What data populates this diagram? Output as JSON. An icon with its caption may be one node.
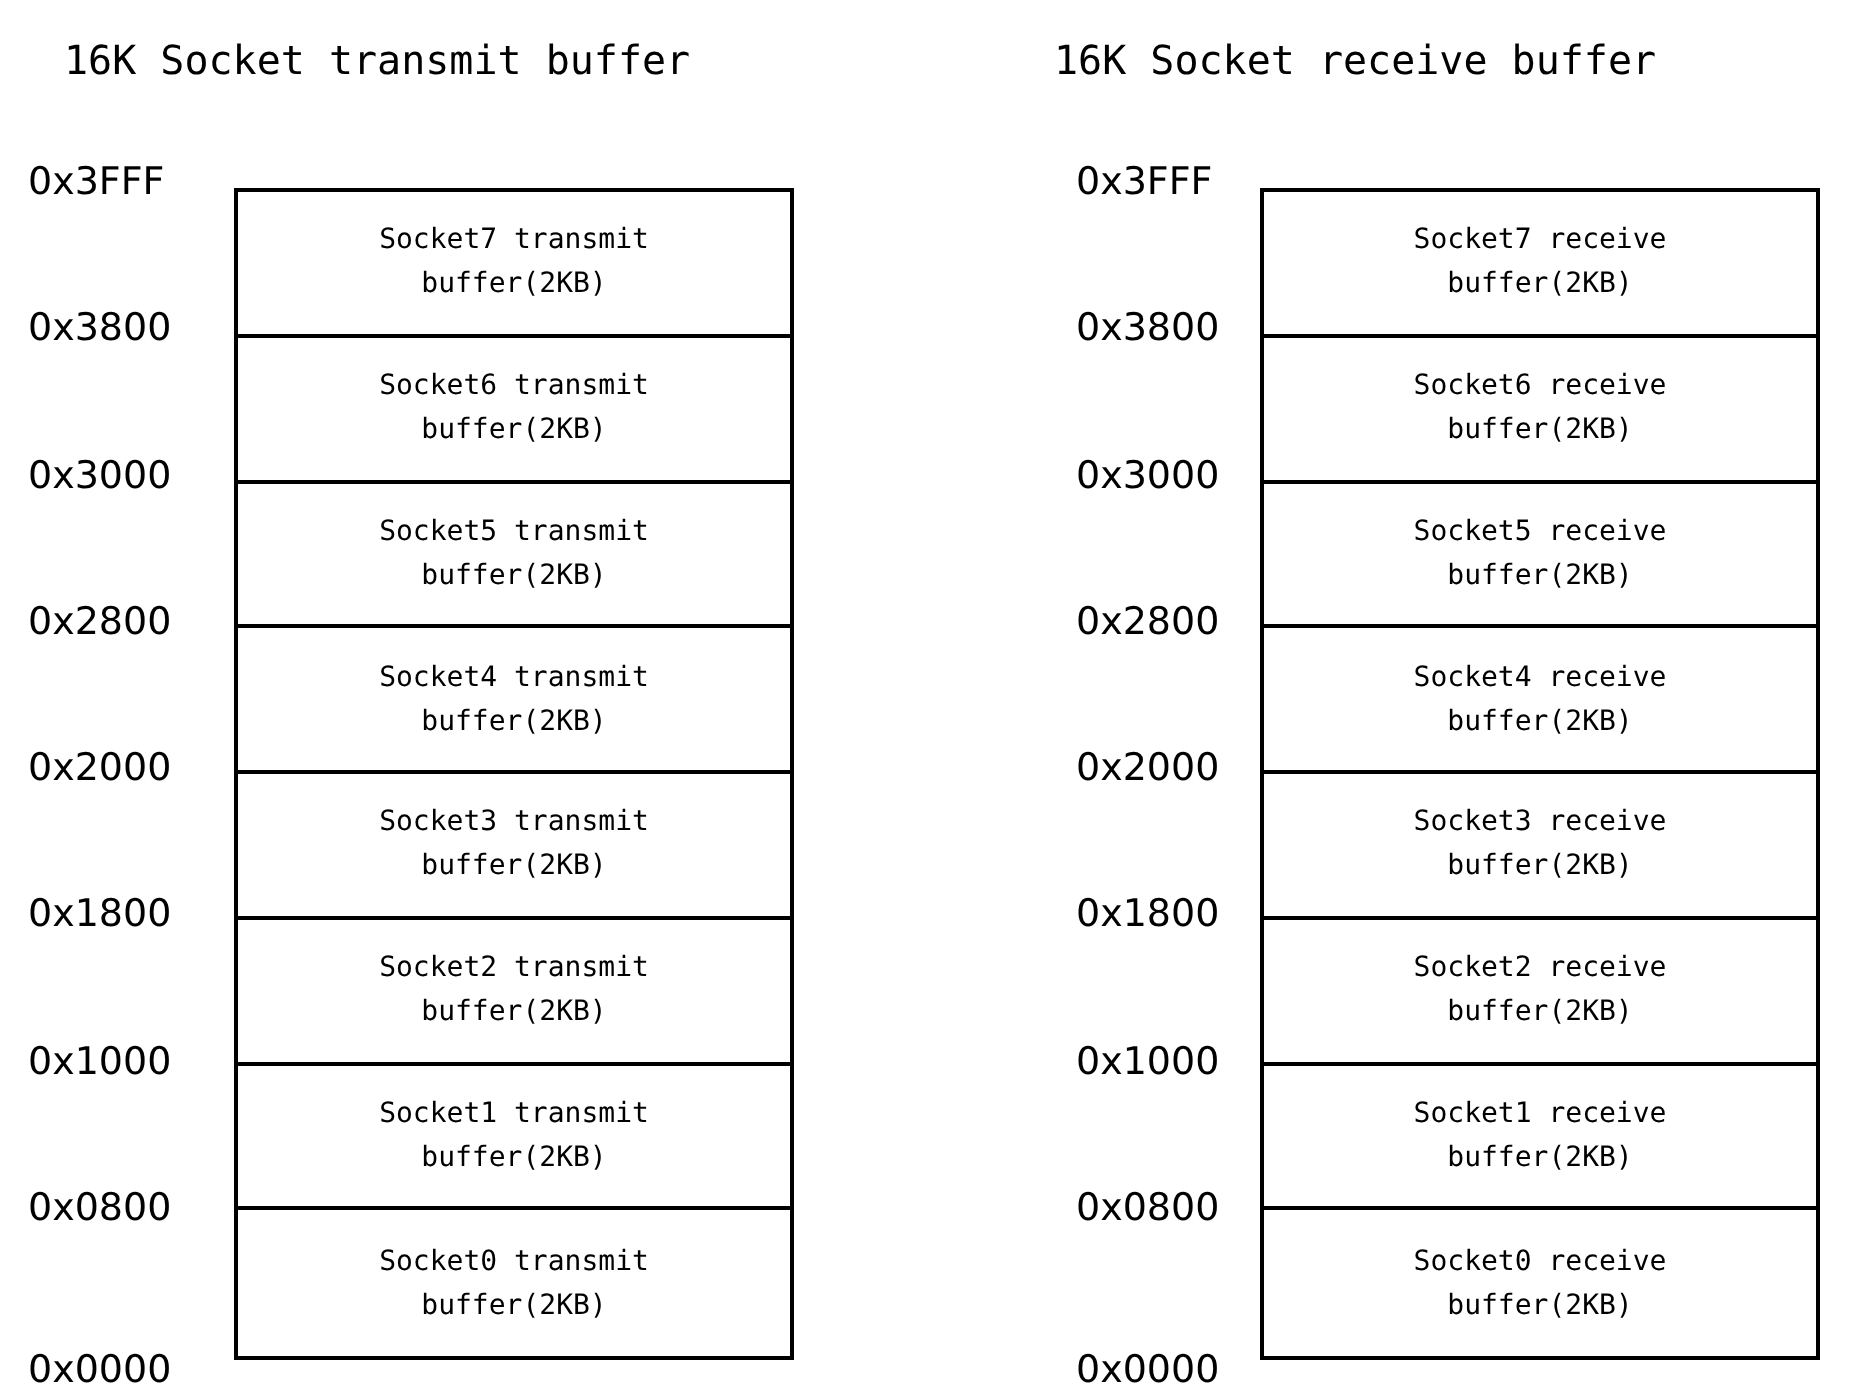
{
  "diagram": {
    "nodes": [
      {
        "text": [
          "16K Socket transmit buffer"
        ]
      },
      {
        "text": [
          "Socket7 transmit buffer(2KB)"
        ],
        "in": 0
      },
      {
        "text": [
          "Socket6 transmit buffer(2KB)"
        ],
        "in": 0
      },
      {
        "text": [
          "Socket5 transmit buffer(2KB)"
        ],
        "in": 0
      },
      {
        "text": [
          "Socket4 transmit buffer(2KB)"
        ],
        "in": 0
      },
      {
        "text": [
          "Socket3 transmit buffer(2KB)"
        ],
        "in": 0
      },
      {
        "text": [
          "Socket2 transmit buffer(2KB)"
        ],
        "in": 0
      },
      {
        "text": [
          "Socket1 transmit buffer(2KB)"
        ],
        "in": 0
      },
      {
        "text": [
          "Socket0 transmit buffer(2KB)"
        ],
        "in": 0
      },
      {
        "text": [
          "16K Socket receive buffer"
        ]
      },
      {
        "text": [
          "Socket7 receive buffer(2KB)"
        ],
        "in": 9
      },
      {
        "text": [
          "Socket6 receive buffer(2KB)"
        ],
        "in": 9
      },
      {
        "text": [
          "Socket5 receive buffer(2KB)"
        ],
        "in": 9
      },
      {
        "text": [
          "Socket4 receive buffer(2KB)"
        ],
        "in": 9
      },
      {
        "text": [
          "Socket3 receive buffer(2KB)"
        ],
        "in": 9
      },
      {
        "text": [
          "Socket2 receive buffer(2KB)"
        ],
        "in": 9
      },
      {
        "text": [
          "Socket1 receive buffer(2KB)"
        ],
        "in": 9
      },
      {
        "text": [
          "Socket0 receive buffer(2KB)"
        ],
        "in": 9
      }
    ],
    "edges": [],
    "labels": [
      "0x3FFF",
      "0x3800",
      "0x3000",
      "0x2800",
      "0x2000",
      "0x1800",
      "0x1000",
      "0x0800",
      "0x0000",
      "0x3FFF",
      "0x3800",
      "0x3000",
      "0x2800",
      "0x2000",
      "0x1800",
      "0x1000",
      "0x0800",
      "0x0000"
    ]
  }
}
